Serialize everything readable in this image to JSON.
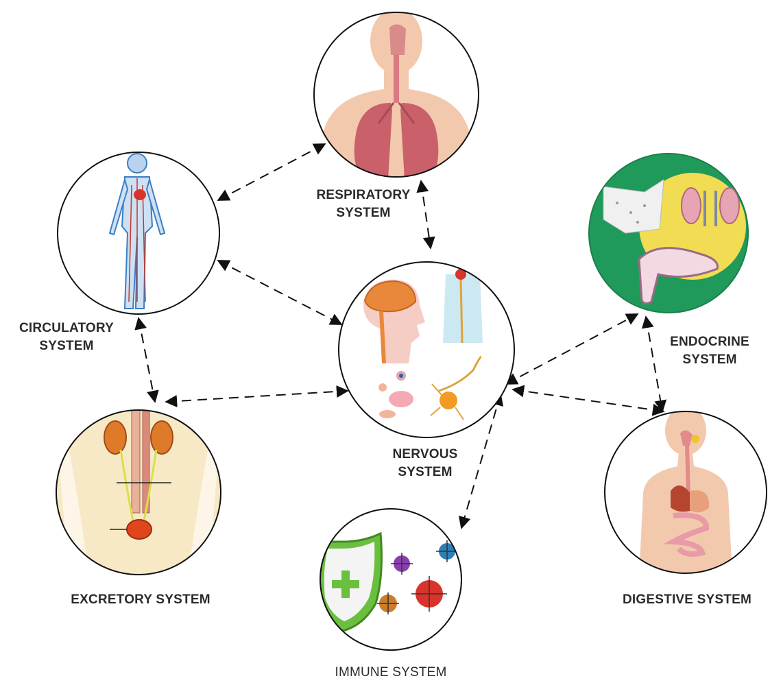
{
  "diagram": {
    "systems": [
      {
        "id": "respiratory",
        "lines": [
          "RESPIRATORY",
          "SYSTEM"
        ]
      },
      {
        "id": "circulatory",
        "lines": [
          "CIRCULATORY",
          "SYSTEM"
        ]
      },
      {
        "id": "endocrine",
        "lines": [
          "ENDOCRINE",
          "SYSTEM"
        ]
      },
      {
        "id": "nervous",
        "lines": [
          "NERVOUS",
          "SYSTEM"
        ]
      },
      {
        "id": "excretory",
        "lines": [
          "EXCRETORY SYSTEM"
        ]
      },
      {
        "id": "digestive",
        "lines": [
          "DIGESTIVE SYSTEM"
        ]
      },
      {
        "id": "immune",
        "lines": [
          "IMMUNE SYSTEM"
        ]
      }
    ],
    "connections": [
      {
        "from": "circulatory",
        "to": "respiratory",
        "style": "dashed",
        "arrows": "both"
      },
      {
        "from": "respiratory",
        "to": "nervous",
        "style": "dashed",
        "arrows": "both"
      },
      {
        "from": "circulatory",
        "to": "nervous",
        "style": "dashed",
        "arrows": "both"
      },
      {
        "from": "circulatory",
        "to": "excretory",
        "style": "dashed",
        "arrows": "both"
      },
      {
        "from": "excretory",
        "to": "nervous",
        "style": "dashed",
        "arrows": "both"
      },
      {
        "from": "nervous",
        "to": "endocrine",
        "style": "dashed",
        "arrows": "both"
      },
      {
        "from": "endocrine",
        "to": "digestive",
        "style": "dashed",
        "arrows": "both"
      },
      {
        "from": "nervous",
        "to": "digestive",
        "style": "dashed",
        "arrows": "both"
      },
      {
        "from": "nervous",
        "to": "immune",
        "style": "dashed",
        "arrows": "both"
      }
    ],
    "colors": {
      "outline": "#111111",
      "endocrine_fill": "#1f9a5a",
      "skin": "#f3c9ad",
      "organ_red": "#c9606a",
      "vessel_blue": "#3a7fc4"
    }
  }
}
